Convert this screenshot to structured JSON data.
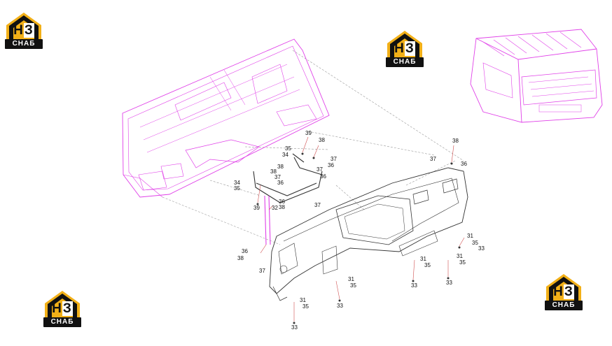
{
  "logo": {
    "letters": [
      "Н",
      "З"
    ],
    "caption": "СНАБ"
  },
  "colors": {
    "part_line": "#e040e8",
    "leader": "#888888",
    "leader_red": "#d05050",
    "logo_gold": "#f2b018",
    "logo_dark": "#111111"
  },
  "callouts": {
    "c39a": "39",
    "c35a": "35",
    "c34a": "34",
    "c38a": "38",
    "c37a": "37",
    "c36a": "36",
    "c38b": "38",
    "c37b": "37",
    "c36b": "36",
    "c36c": "36",
    "c37c": "37",
    "c34b": "34",
    "c35b": "35",
    "c39b": "39",
    "c32": "32",
    "c36d": "36",
    "c38c": "38",
    "c37d": "37",
    "c38d": "38",
    "c37e": "37",
    "c36e": "36",
    "c36f": "36",
    "c38e": "38",
    "c37f": "37",
    "c31a": "31",
    "c35c": "35",
    "c33a": "33",
    "c31b": "31",
    "c35d": "35",
    "c33b": "33",
    "c31c": "31",
    "c35e": "35",
    "c33c": "33",
    "c31d": "31",
    "c35f": "35",
    "c33d": "33",
    "c31e": "31",
    "c35g": "35",
    "c33e": "33"
  }
}
